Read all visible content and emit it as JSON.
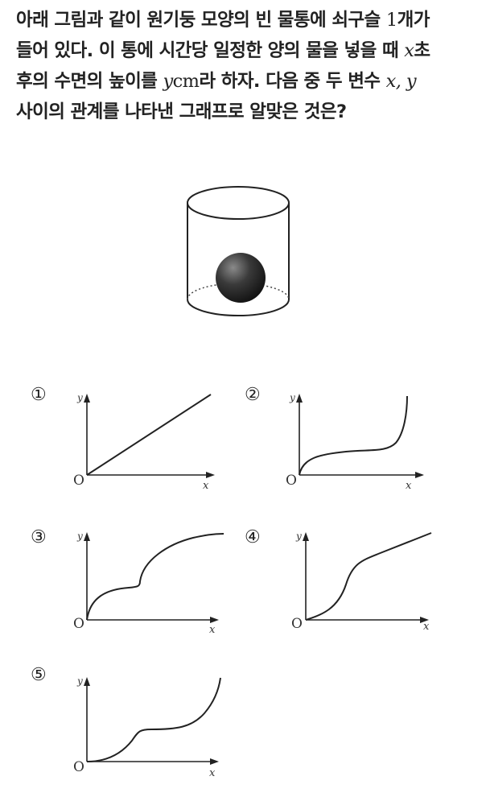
{
  "question": {
    "line1": {
      "pre": "아래 그림과 같이 원기둥 모양의 빈 물통에 쇠구슬 ",
      "num": "1",
      "post": "개가"
    },
    "line2": {
      "pre": "들어 있다. 이 통에 시간당 일정한 양의 물을 넣을 때 ",
      "var": "x",
      "post": "초"
    },
    "line3": {
      "pre": "후의 수면의 높이를 ",
      "var": "y",
      "unit": "cm",
      "post": "라 하자. 다음 중 두 변수 ",
      "var2": "x, y"
    },
    "line4": "사이의 관계를 나타낸 그래프로 알맞은 것은?"
  },
  "choices": [
    {
      "num": "①",
      "origin": "O",
      "xlabel": "x",
      "ylabel": "y"
    },
    {
      "num": "②",
      "origin": "O",
      "xlabel": "x",
      "ylabel": "y"
    },
    {
      "num": "③",
      "origin": "O",
      "xlabel": "x",
      "ylabel": "y"
    },
    {
      "num": "④",
      "origin": "O",
      "xlabel": "x",
      "ylabel": "y"
    },
    {
      "num": "⑤",
      "origin": "O",
      "xlabel": "x",
      "ylabel": "y"
    }
  ]
}
